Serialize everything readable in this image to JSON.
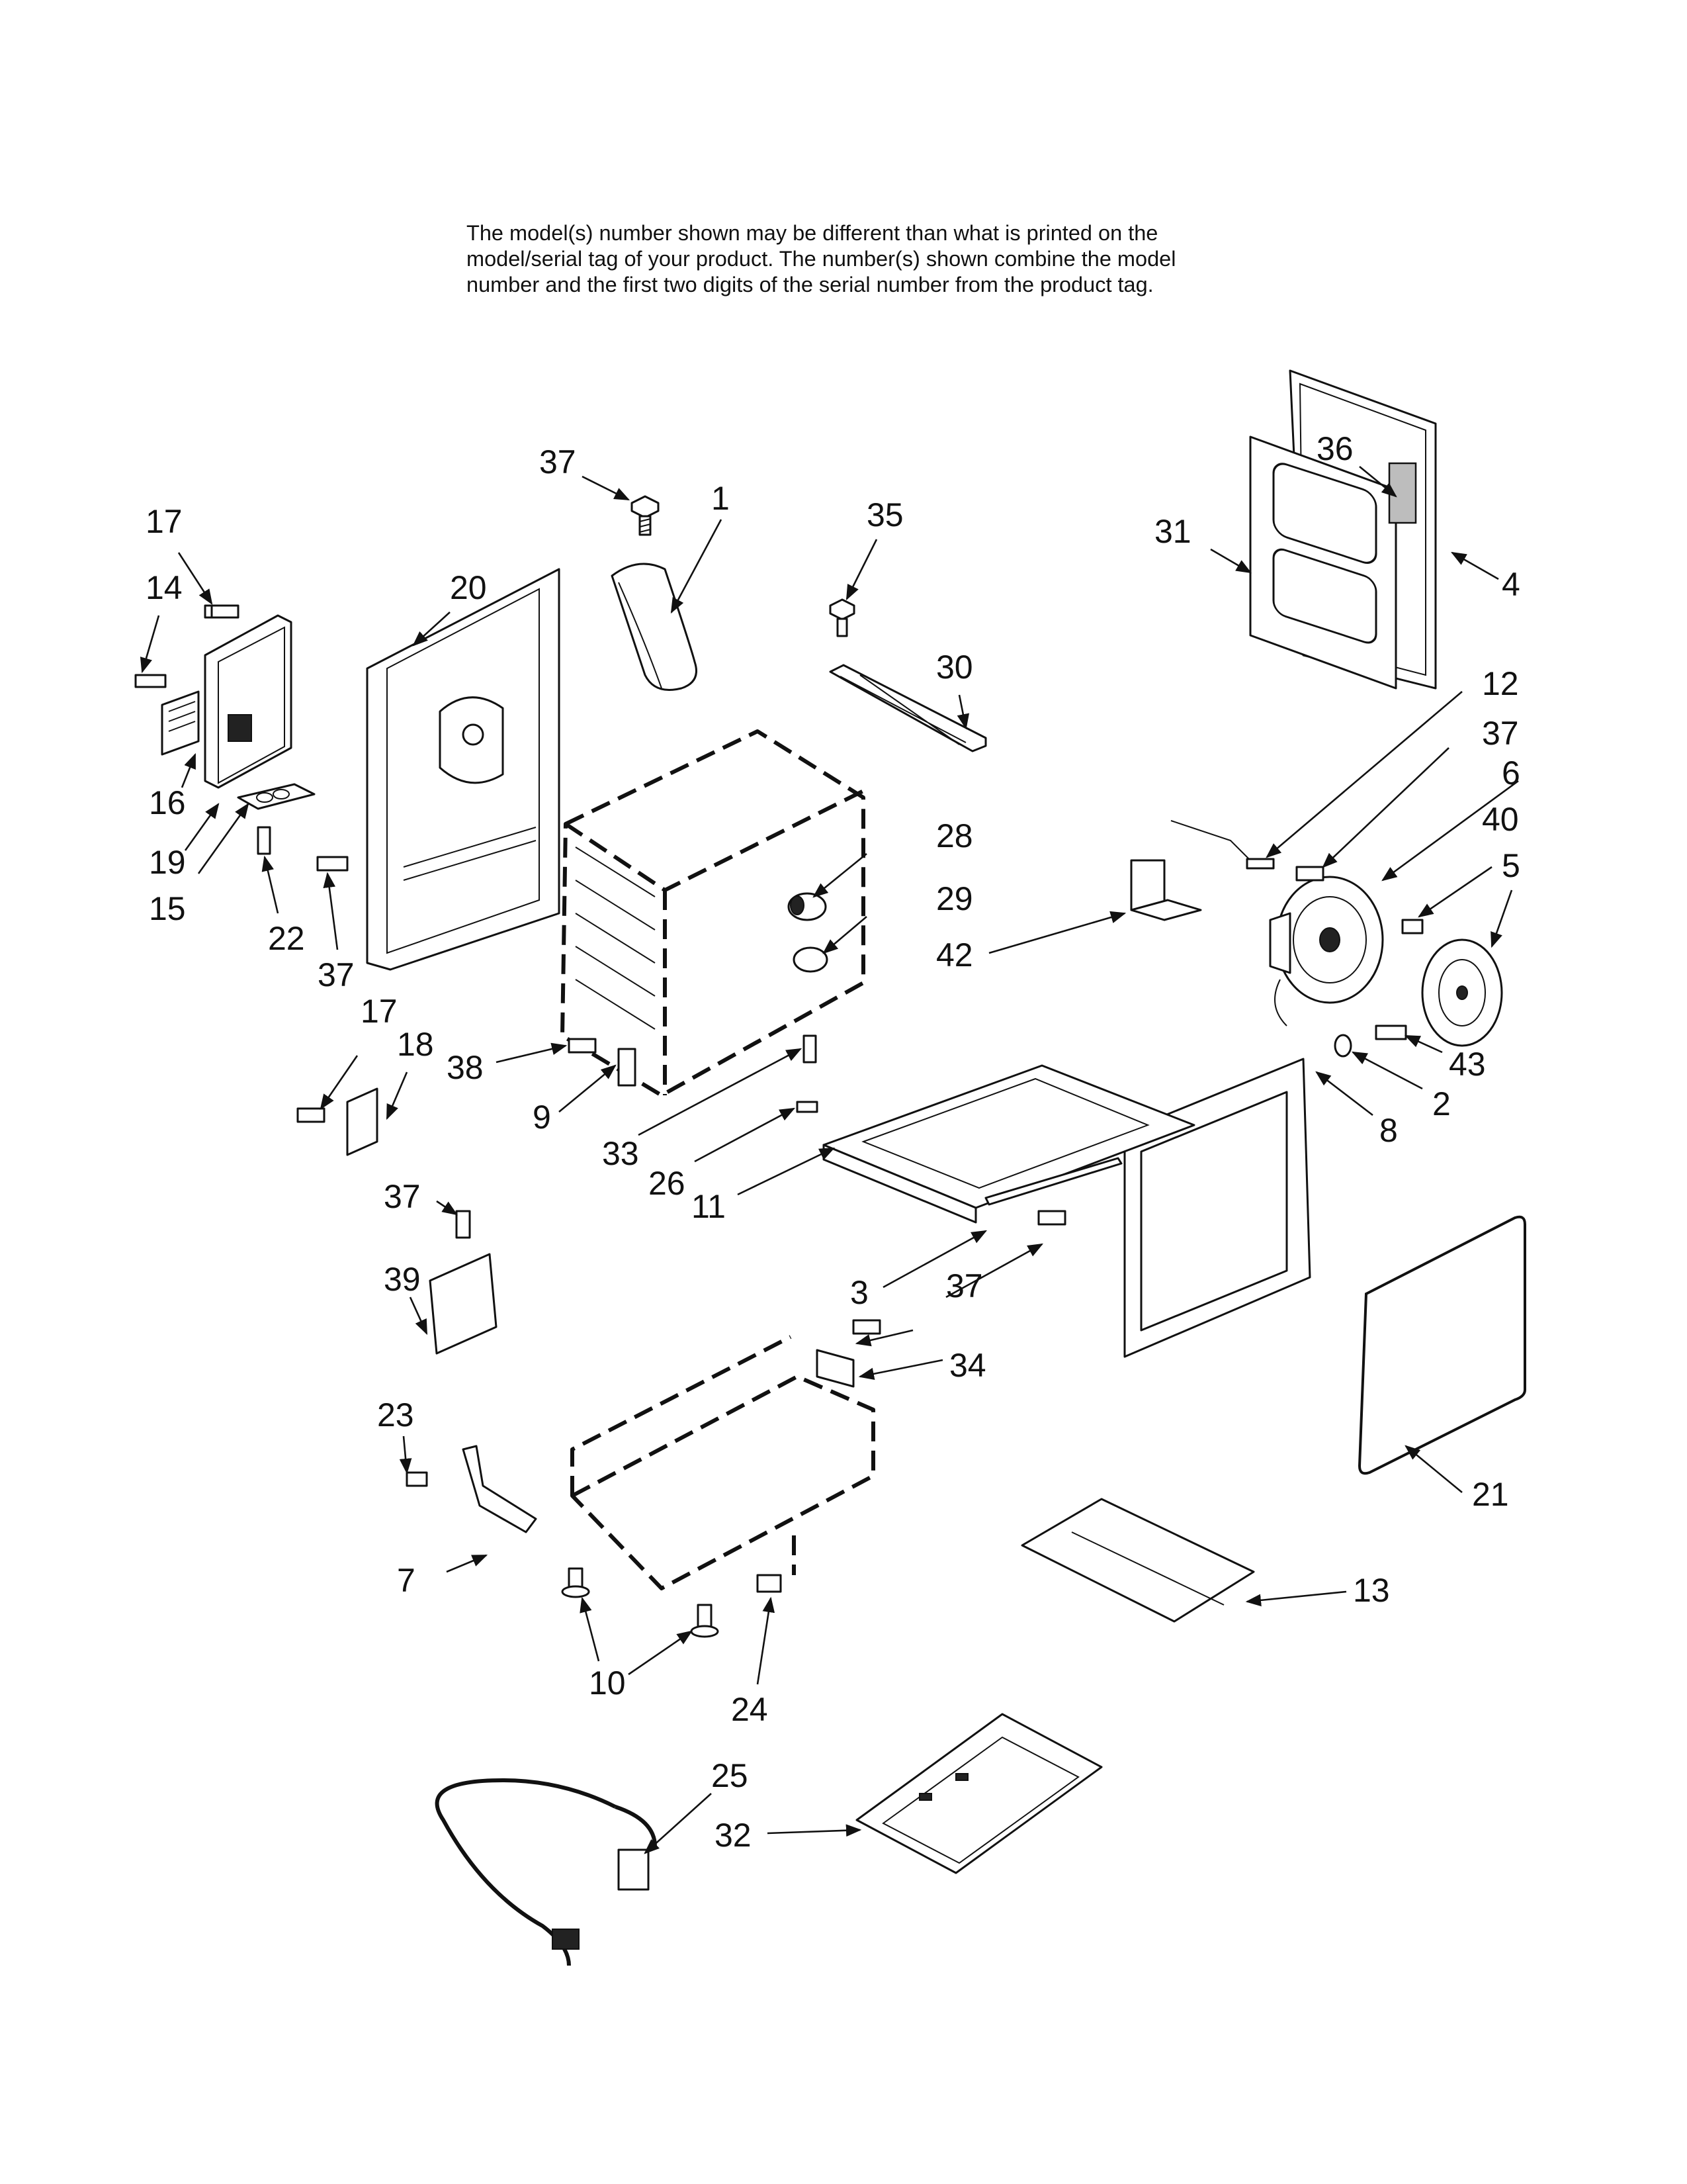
{
  "notice": {
    "line1": "The model(s) number shown may be different than what is printed on the",
    "line2": "model/serial tag of your product. The number(s) shown combine the model",
    "line3": "number and the first two digits of the serial number from the product tag."
  },
  "callouts": [
    "37",
    "1",
    "35",
    "17",
    "14",
    "20",
    "30",
    "36",
    "31",
    "4",
    "12",
    "37",
    "6",
    "40",
    "5",
    "16",
    "19",
    "15",
    "22",
    "37",
    "28",
    "29",
    "42",
    "17",
    "18",
    "38",
    "9",
    "33",
    "26",
    "11",
    "43",
    "2",
    "8",
    "37",
    "39",
    "3",
    "37",
    "34",
    "23",
    "21",
    "7",
    "13",
    "10",
    "24",
    "25",
    "32"
  ]
}
